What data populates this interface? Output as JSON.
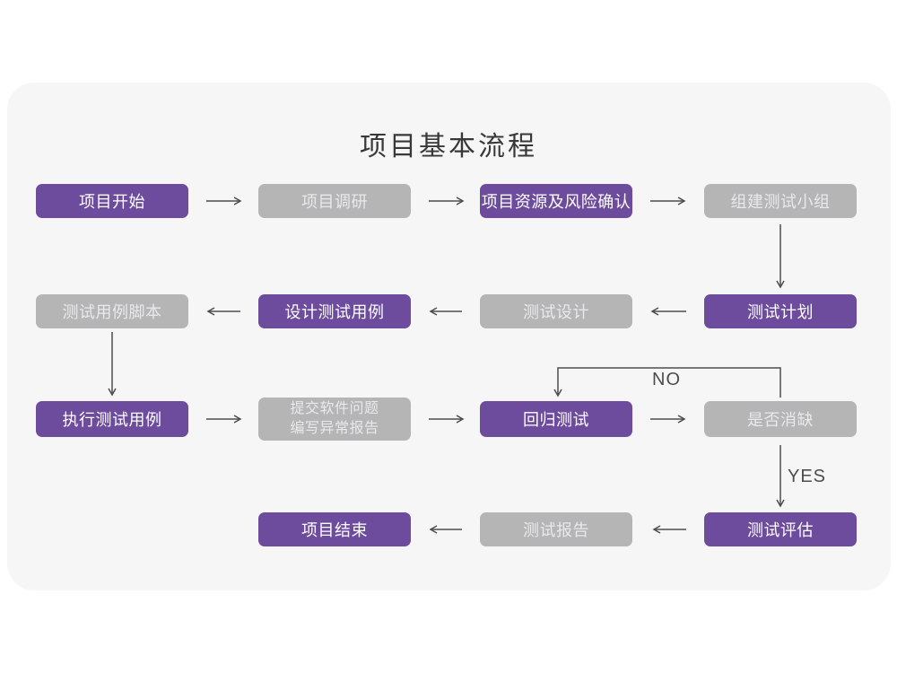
{
  "title": "项目基本流程",
  "colors": {
    "purple": "#6d4b9d",
    "gray": "#b5b5b5",
    "card": "#f6f6f7",
    "page_background": "#ffffff",
    "arrow": "#4d4d4d",
    "title_color": "#383838",
    "text_on_purple": "#ffffff",
    "text_on_gray": "#e9e8ec"
  },
  "branch_labels": {
    "no": "NO",
    "yes": "YES"
  },
  "nodes": [
    {
      "id": "start",
      "label": "项目开始",
      "type": "purple"
    },
    {
      "id": "research",
      "label": "项目调研",
      "type": "gray"
    },
    {
      "id": "risk-confirm",
      "label": "项目资源及风险确认",
      "type": "purple"
    },
    {
      "id": "team-setup",
      "label": "组建测试小组",
      "type": "gray"
    },
    {
      "id": "case-script",
      "label": "测试用例脚本",
      "type": "gray"
    },
    {
      "id": "case-design",
      "label": "设计测试用例",
      "type": "purple"
    },
    {
      "id": "test-design",
      "label": "测试设计",
      "type": "gray"
    },
    {
      "id": "test-plan",
      "label": "测试计划",
      "type": "purple"
    },
    {
      "id": "execute-case",
      "label": "执行测试用例",
      "type": "purple"
    },
    {
      "id": "submit-report",
      "label": "提交软件问题\n编写异常报告",
      "type": "gray"
    },
    {
      "id": "regression",
      "label": "回归测试",
      "type": "purple"
    },
    {
      "id": "defect-check",
      "label": "是否消缺",
      "type": "gray"
    },
    {
      "id": "end",
      "label": "项目结束",
      "type": "purple"
    },
    {
      "id": "test-report",
      "label": "测试报告",
      "type": "gray"
    },
    {
      "id": "evaluation",
      "label": "测试评估",
      "type": "purple"
    }
  ],
  "edges": [
    {
      "from": "start",
      "to": "research",
      "label": ""
    },
    {
      "from": "research",
      "to": "risk-confirm",
      "label": ""
    },
    {
      "from": "risk-confirm",
      "to": "team-setup",
      "label": ""
    },
    {
      "from": "team-setup",
      "to": "test-plan",
      "label": ""
    },
    {
      "from": "test-plan",
      "to": "test-design",
      "label": ""
    },
    {
      "from": "test-design",
      "to": "case-design",
      "label": ""
    },
    {
      "from": "case-design",
      "to": "case-script",
      "label": ""
    },
    {
      "from": "case-script",
      "to": "execute-case",
      "label": ""
    },
    {
      "from": "execute-case",
      "to": "submit-report",
      "label": ""
    },
    {
      "from": "submit-report",
      "to": "regression",
      "label": ""
    },
    {
      "from": "regression",
      "to": "defect-check",
      "label": ""
    },
    {
      "from": "defect-check",
      "to": "regression",
      "label": "NO"
    },
    {
      "from": "defect-check",
      "to": "evaluation",
      "label": "YES"
    },
    {
      "from": "evaluation",
      "to": "test-report",
      "label": ""
    },
    {
      "from": "test-report",
      "to": "end",
      "label": ""
    }
  ]
}
